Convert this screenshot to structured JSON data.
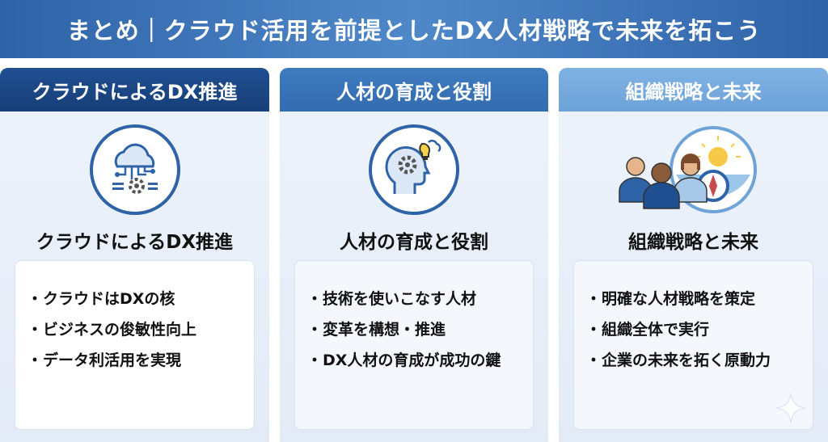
{
  "title": "まとめ｜クラウド活用を前提としたDX人材戦略で未来を拓こう",
  "panels": [
    {
      "header": "クラウドによるDX推進",
      "subtitle": "クラウドによるDX推進",
      "icon": "cloud-circuit-icon",
      "bullets": [
        "クラウドはDXの核",
        "ビジネスの俊敏性向上",
        "データ利活用を実現"
      ]
    },
    {
      "header": "人材の育成と役割",
      "subtitle": "人材の育成と役割",
      "icon": "brain-gear-lightbulb-icon",
      "bullets": [
        "技術を使いこなす人材",
        "変革を構想・推進",
        "DX人材の育成が成功の鍵"
      ]
    },
    {
      "header": "組織戦略と未来",
      "subtitle": "組織戦略と未来",
      "icon": "team-compass-sunrise-icon",
      "bullets": [
        "明確な人材戦略を策定",
        "組織全体で実行",
        "企業の未来を拓く原動力"
      ]
    }
  ],
  "bullet_glyph": "・",
  "colors": {
    "title_bg": "#2f63a8",
    "panel1": "#1f4f91",
    "panel2": "#3f7bc0",
    "panel3": "#7fb2e3",
    "accent": "#2f63a8"
  }
}
